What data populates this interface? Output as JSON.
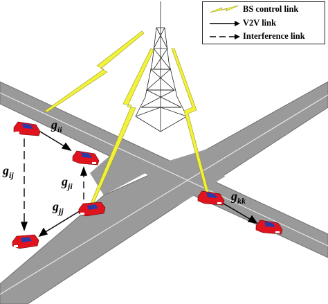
{
  "legend": {
    "bs_control_link": "BS control link",
    "v2v_link": "V2V link",
    "interference_link": "Interference  link"
  },
  "gains": {
    "g_ii": {
      "base": "g",
      "sub": "ii"
    },
    "g_ij": {
      "base": "g",
      "sub": "ij"
    },
    "g_ji": {
      "base": "g",
      "sub": "ji"
    },
    "g_jj": {
      "base": "g",
      "sub": "jj"
    },
    "g_kk": {
      "base": "g",
      "sub": "kk"
    }
  },
  "colors": {
    "road": "#9a9a9a",
    "road_edge": "#6e6e6e",
    "lane_mark": "#e8e8e8",
    "car_body": "#e0141e",
    "car_glass": "#2a3aa8",
    "bs_link": "#f2f23a",
    "tower": "#222222"
  }
}
